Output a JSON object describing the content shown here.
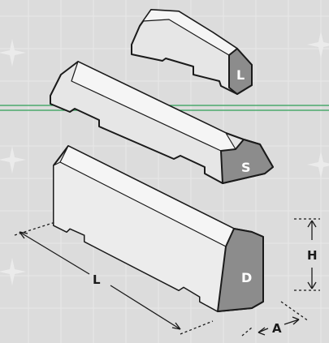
{
  "diagram": {
    "blocks": [
      {
        "id": "block-l",
        "face_label": "L"
      },
      {
        "id": "block-s",
        "face_label": "S"
      },
      {
        "id": "block-d",
        "face_label": "D"
      }
    ],
    "dimensions": {
      "length": "L",
      "height": "H",
      "width": "A"
    }
  },
  "colors": {
    "background": "#dcdcdc",
    "grid_line": "#e8e8e8",
    "block_top": "#f3f3f3",
    "block_side": "#e6e6e6",
    "block_face": "#8c8c8c",
    "outline": "#1a1a1a",
    "guide_line": "#2e9e55"
  }
}
